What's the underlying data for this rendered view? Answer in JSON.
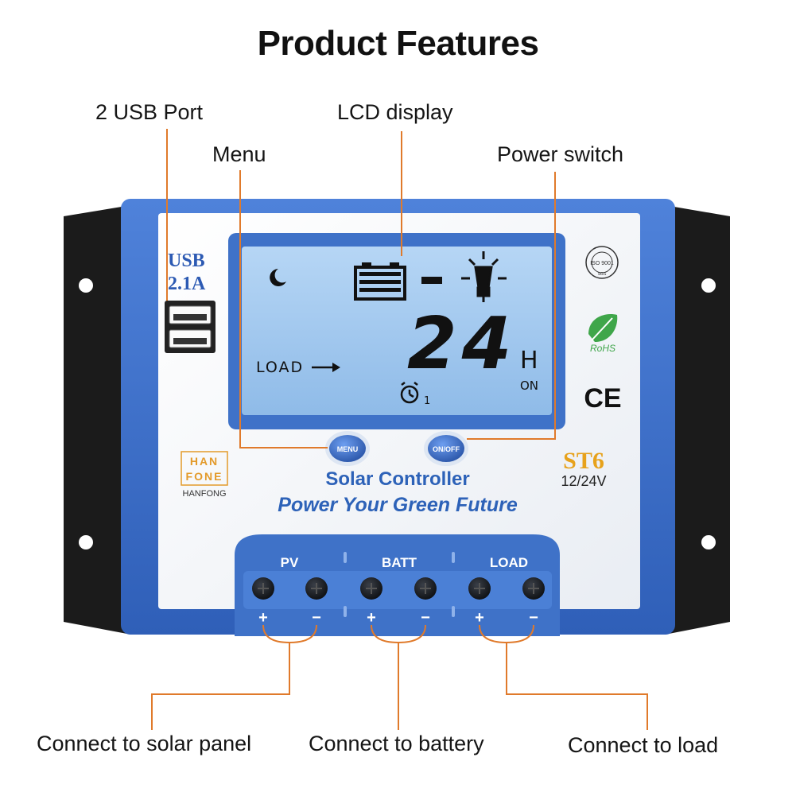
{
  "title": "Product Features",
  "callouts": {
    "usb": "2 USB Port",
    "lcd": "LCD display",
    "menu": "Menu",
    "power": "Power switch",
    "solar": "Connect to solar panel",
    "battery": "Connect to battery",
    "load": "Connect to load"
  },
  "device": {
    "usb_label_1": "USB",
    "usb_label_2": "2.1A",
    "lcd_load": "LOAD",
    "lcd_digits": "24",
    "lcd_unit": "H",
    "lcd_on": "ON",
    "lcd_timer_index": "1",
    "menu_button": "MENU",
    "onoff_button": "ON/OFF",
    "brand_line1": "HAN",
    "brand_line2": "FONE",
    "brand_name": "HANFONG",
    "model": "ST6",
    "voltage": "12/24V",
    "product_name": "Solar Controller",
    "slogan": "Power Your Green Future",
    "terminal_pv": "PV",
    "terminal_batt": "BATT",
    "terminal_load": "LOAD",
    "plus": "+",
    "minus": "−",
    "ce_mark": "CE",
    "rohs": "RoHS",
    "iso_text": "ISO 9001",
    "sgs": "SGS"
  },
  "colors": {
    "accent_orange": "#e07a2b",
    "case_blue": "#3d6fc9",
    "lcd_bg": "#9fc6ef",
    "bracket": "#1b1b1b"
  }
}
